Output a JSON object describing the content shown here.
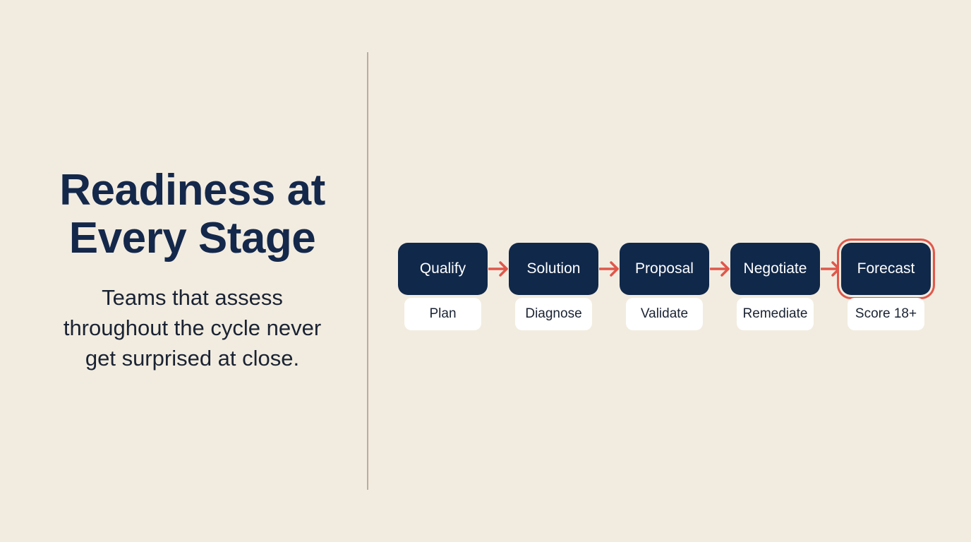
{
  "headline": {
    "title_line1": "Readiness at",
    "title_line2": "Every Stage",
    "subtitle_line1": "Teams that assess",
    "subtitle_line2": "throughout the cycle never",
    "subtitle_line3": "get surprised at close."
  },
  "colors": {
    "background": "#f2ece0",
    "stage_fill": "#10284a",
    "arrow": "#e0574a",
    "highlight_ring": "#e0574a",
    "sub_fill": "#ffffff",
    "title_text": "#14284b"
  },
  "flow": {
    "stages": [
      {
        "label": "Qualify",
        "sub": "Plan"
      },
      {
        "label": "Solution",
        "sub": "Diagnose"
      },
      {
        "label": "Proposal",
        "sub": "Validate"
      },
      {
        "label": "Negotiate",
        "sub": "Remediate"
      },
      {
        "label": "Forecast",
        "sub": "Score 18+",
        "highlighted": true
      }
    ],
    "connector_icon": "arrow-right-icon"
  }
}
